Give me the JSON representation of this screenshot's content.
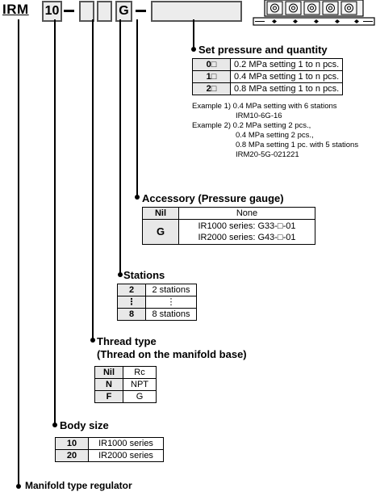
{
  "code": {
    "prefix": "IRM",
    "body_size": "10",
    "dash1": "—",
    "g": "G",
    "dash2": "—"
  },
  "pressure": {
    "title": "Set pressure and quantity",
    "rows": [
      {
        "key": "0□",
        "desc": "0.2 MPa setting 1 to n pcs."
      },
      {
        "key": "1□",
        "desc": "0.4 MPa setting 1 to n pcs."
      },
      {
        "key": "2□",
        "desc": "0.8 MPa setting 1 to n pcs."
      }
    ],
    "examples": [
      "Example 1) 0.4 MPa setting with 6 stations",
      "IRM10-6G-16",
      "Example 2) 0.2 MPa setting 2 pcs.,",
      "0.4 MPa setting 2 pcs.,",
      "0.8 MPa setting 1 pc. with 5 stations",
      "IRM20-5G-021221"
    ]
  },
  "accessory": {
    "title": "Accessory (Pressure gauge)",
    "rows": [
      {
        "key": "Nil",
        "desc": "None"
      },
      {
        "key": "G",
        "desc1": "IR1000 series: G33-□-01",
        "desc2": "IR2000 series: G43-□-01"
      }
    ]
  },
  "stations": {
    "title": "Stations",
    "rows": [
      {
        "key": "2",
        "desc": "2 stations"
      },
      {
        "key": "⋮",
        "desc": "⋮"
      },
      {
        "key": "8",
        "desc": "8 stations"
      }
    ]
  },
  "thread": {
    "title1": "Thread type",
    "title2": "(Thread on the manifold base)",
    "rows": [
      {
        "key": "Nil",
        "desc": "Rc"
      },
      {
        "key": "N",
        "desc": "NPT"
      },
      {
        "key": "F",
        "desc": "G"
      }
    ]
  },
  "body": {
    "title": "Body size",
    "rows": [
      {
        "key": "10",
        "desc": "IR1000 series"
      },
      {
        "key": "20",
        "desc": "IR2000 series"
      }
    ]
  },
  "manifold": {
    "title": "Manifold type regulator"
  }
}
